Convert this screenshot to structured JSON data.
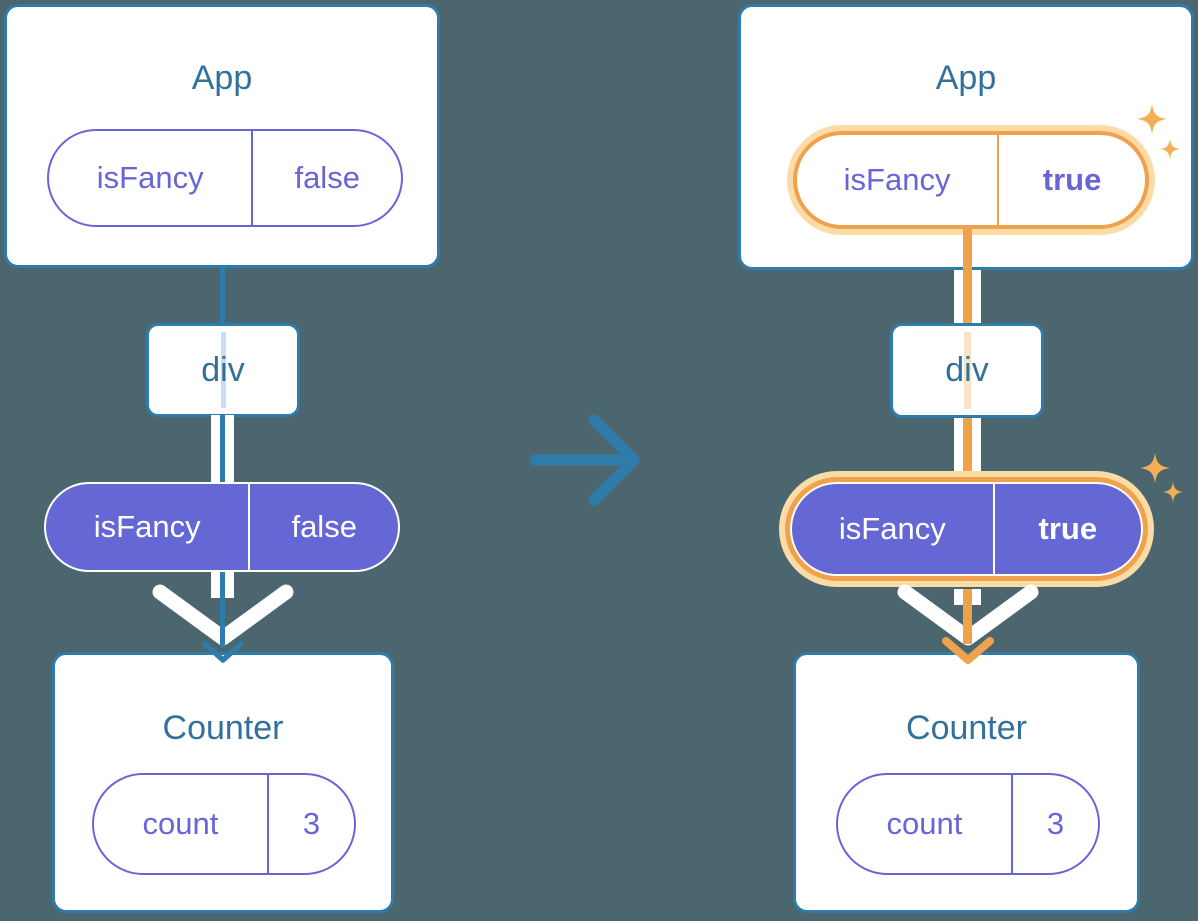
{
  "colors": {
    "background": "#4C6670",
    "teal": "#2D7CAB",
    "teal_text": "#31719C",
    "purple": "#6568D4",
    "purple_text": "#6865D6",
    "white": "#FFFFFF",
    "orange": "#F0A14C",
    "orange_glow": "#FBDCA7",
    "orange_pale": "#FAE4C6",
    "blue_pale": "#CBDCEE"
  },
  "icons": {
    "transition_arrow": "→",
    "sparkles": "✦"
  },
  "left": {
    "app": {
      "title": "App",
      "prop_name": "isFancy",
      "prop_value": "false"
    },
    "div": {
      "label": "div"
    },
    "passed_prop": {
      "name": "isFancy",
      "value": "false"
    },
    "counter": {
      "title": "Counter",
      "state_name": "count",
      "state_value": "3"
    }
  },
  "right": {
    "app": {
      "title": "App",
      "prop_name": "isFancy",
      "prop_value": "true"
    },
    "div": {
      "label": "div"
    },
    "passed_prop": {
      "name": "isFancy",
      "value": "true"
    },
    "counter": {
      "title": "Counter",
      "state_name": "count",
      "state_value": "3"
    }
  }
}
